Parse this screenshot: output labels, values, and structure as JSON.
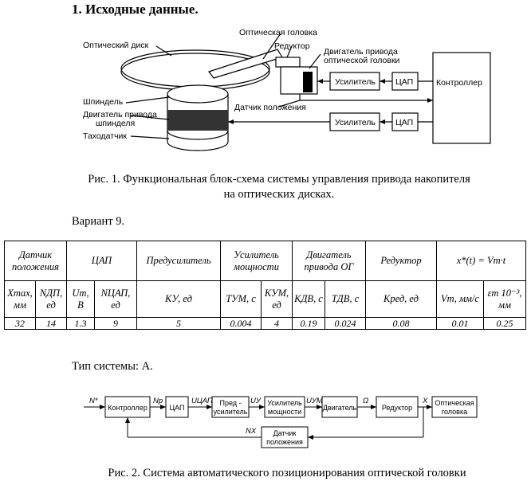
{
  "heading": "1. Исходные данные.",
  "figure1": {
    "labels": {
      "optical_disk": "Оптический диск",
      "optical_head": "Оптическая головка",
      "reducer": "Редуктор",
      "head_motor_1": "Двигатель привода",
      "head_motor_2": "оптической головки",
      "amplifier_top": "Усилитель",
      "dac_top": "ЦАП",
      "controller": "Контроллер",
      "spindle": "Шпиндель",
      "spindle_motor_1": "Двигатель привода",
      "spindle_motor_2": "шпинделя",
      "position_sensor": "Датчик положения",
      "amplifier_bottom": "Усилитель",
      "dac_bottom": "ЦАП",
      "tachometer": "Таходатчик"
    },
    "caption_line1": "Рис. 1. Функциональная блок-схема системы управления привода накопителя",
    "caption_line2": "на оптических дисках."
  },
  "variant": "Вариант 9.",
  "table": {
    "groups": {
      "sensor": "Датчик положения",
      "dac": "ЦАП",
      "preamp": "Предусилитель",
      "amp": "Усилитель мощности",
      "motor": "Двигатель привода ОГ",
      "reducer": "Редуктор",
      "ref": "x*(t) = Vm·t"
    },
    "params": {
      "xmax": "Xmax, мм",
      "ndp": "NДП, ед",
      "um": "Um, В",
      "ndac": "NЦАП, ед",
      "ky": "KУ, ед",
      "tum": "TУМ, с",
      "kum": "KУМ, ед",
      "kdv": "KДВ, с",
      "tdv": "TДВ, с",
      "kred": "Kред, ед",
      "vm": "Vm, мм/с",
      "em": "εm 10⁻³, мм"
    },
    "values": [
      "32",
      "14",
      "1.3",
      "9",
      "5",
      "0.004",
      "4",
      "0.19",
      "0.024",
      "0.08",
      "0.01",
      "0.25"
    ]
  },
  "system_type": "Тип системы: А.",
  "figure2": {
    "blocks": {
      "controller": "Контроллер",
      "dac": "ЦАП",
      "preamp_1": "Пред -",
      "preamp_2": "усилитель",
      "amp_1": "Усилитель",
      "amp_2": "мощности",
      "motor": "Двигатель",
      "reducer": "Редуктор",
      "head_1": "Оптическая",
      "head_2": "головка",
      "sensor_1": "Датчик",
      "sensor_2": "положения"
    },
    "signals": {
      "n_star": "N*",
      "np": "Np",
      "udac": "UЦАП",
      "uy": "UУ",
      "uum": "UУМ",
      "omega": "Ω",
      "x": "X",
      "nx": "NX"
    },
    "caption": "Рис. 2. Система автоматического позиционирования оптической головки"
  }
}
